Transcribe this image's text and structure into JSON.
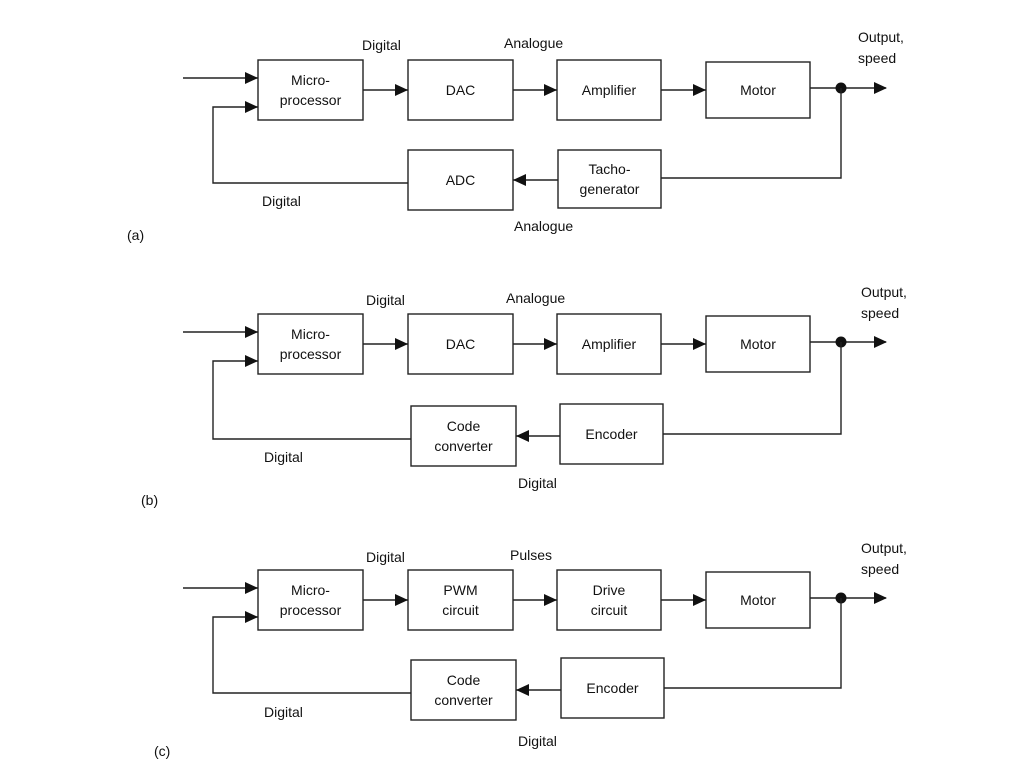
{
  "diagrams": [
    {
      "label": "(a)",
      "blocks": {
        "micro": [
          "Micro-",
          "processor"
        ],
        "b2": [
          "DAC"
        ],
        "b3": [
          "Amplifier"
        ],
        "motor": [
          "Motor"
        ],
        "fb1": [
          "Tacho-",
          "generator"
        ],
        "fb2": [
          "ADC"
        ]
      },
      "signals": {
        "top_left": "Digital",
        "top_right": "Analogue",
        "bottom_left": "Digital",
        "bottom_right": "Analogue",
        "output": [
          "Output,",
          "speed"
        ]
      }
    },
    {
      "label": "(b)",
      "blocks": {
        "micro": [
          "Micro-",
          "processor"
        ],
        "b2": [
          "DAC"
        ],
        "b3": [
          "Amplifier"
        ],
        "motor": [
          "Motor"
        ],
        "fb1": [
          "Encoder"
        ],
        "fb2": [
          "Code",
          "converter"
        ]
      },
      "signals": {
        "top_left": "Digital",
        "top_right": "Analogue",
        "bottom_left": "Digital",
        "bottom_right": "Digital",
        "output": [
          "Output,",
          "speed"
        ]
      }
    },
    {
      "label": "(c)",
      "blocks": {
        "micro": [
          "Micro-",
          "processor"
        ],
        "b2": [
          "PWM",
          "circuit"
        ],
        "b3": [
          "Drive",
          "circuit"
        ],
        "motor": [
          "Motor"
        ],
        "fb1": [
          "Encoder"
        ],
        "fb2": [
          "Code",
          "converter"
        ]
      },
      "signals": {
        "top_left": "Digital",
        "top_right": "Pulses",
        "bottom_left": "Digital",
        "bottom_right": "Digital",
        "output": [
          "Output,",
          "speed"
        ]
      }
    }
  ]
}
